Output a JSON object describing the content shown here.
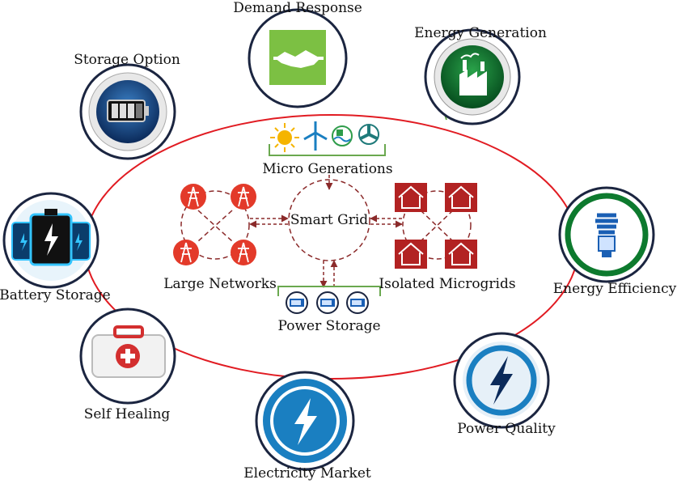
{
  "outer_features": {
    "demand_response": "Demand Response",
    "energy_generation": "Energy Generation",
    "storage_option": "Storage Option",
    "battery_storage": "Battery Storage",
    "energy_efficiency": "Energy Efficiency",
    "self_healing": "Self Healing",
    "power_quality": "Power Quality",
    "electricity_market": "Electricity Market"
  },
  "core": {
    "smart_grid": "Smart Grid",
    "micro_generations": "Micro Generations",
    "large_networks": "Large Networks",
    "isolated_microgrids": "Isolated Microgrids",
    "power_storage": "Power Storage"
  },
  "colors": {
    "ellipse": "#e11b22",
    "dashed_link": "#8b2a2a",
    "green_bracket": "#6aa84f",
    "tower_red": "#e33a2a",
    "house_red": "#b22222",
    "handshake_green": "#7cc043",
    "factory_green": "#0d7a2e",
    "blue": "#1a7fc1"
  },
  "icons": {
    "demand_response": "handshake-icon",
    "energy_generation": "factory-icon",
    "storage_option": "battery-icon",
    "battery_storage": "batteries-icon",
    "energy_efficiency": "bulb-icon",
    "self_healing": "first-aid-kit-icon",
    "power_quality": "lightning-icon",
    "electricity_market": "lightning-icon"
  }
}
